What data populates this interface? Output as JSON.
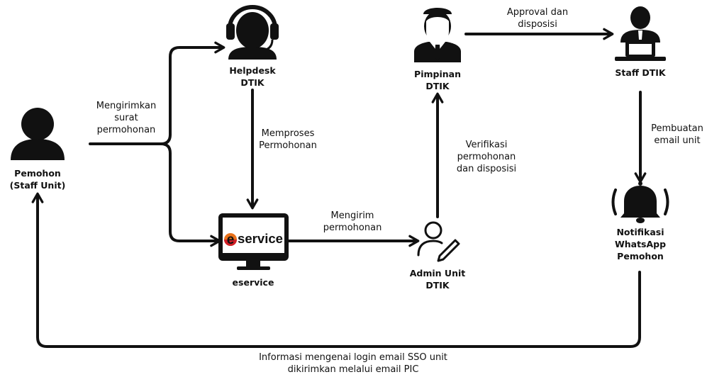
{
  "nodes": {
    "pemohon": {
      "line1": "Pemohon",
      "line2": "(Staff Unit)",
      "icon": "user-silhouette-icon"
    },
    "helpdesk": {
      "line1": "Helpdesk",
      "line2": "DTIK",
      "icon": "headset-agent-icon"
    },
    "eservice": {
      "label": "eservice",
      "screen_brand_e": "e",
      "screen_brand_rest": "service",
      "icon": "computer-monitor-icon"
    },
    "admin": {
      "line1": "Admin Unit",
      "line2": "DTIK",
      "icon": "user-edit-icon"
    },
    "pimpinan": {
      "line1": "Pimpinan",
      "line2": "DTIK",
      "icon": "businessman-icon"
    },
    "staff_dtik": {
      "line1": "Staff DTIK",
      "icon": "desk-worker-icon"
    },
    "notifikasi": {
      "line1": "Notifikasi",
      "line2": "WhatsApp",
      "line3": "Pemohon",
      "icon": "bell-ringing-icon"
    }
  },
  "edges": {
    "kirim_surat": {
      "line1": "Mengirimkan",
      "line2": "surat",
      "line3": "permohonan"
    },
    "proses": {
      "line1": "Memproses",
      "line2": "Permohonan"
    },
    "kirim_permohonan": {
      "line1": "Mengirim",
      "line2": "permohonan"
    },
    "verifikasi": {
      "line1": "Verifikasi",
      "line2": "permohonan",
      "line3": "dan disposisi"
    },
    "approval": {
      "line1": "Approval dan",
      "line2": "disposisi"
    },
    "pembuatan": {
      "line1": "Pembuatan",
      "line2": "email unit"
    },
    "informasi": {
      "line1": "Informasi mengenai login email SSO unit",
      "line2": "dikirimkan melalui email PIC"
    }
  },
  "colors": {
    "ink": "#111111",
    "brand_orange": "#e8711a",
    "brand_red": "#d01f26"
  }
}
